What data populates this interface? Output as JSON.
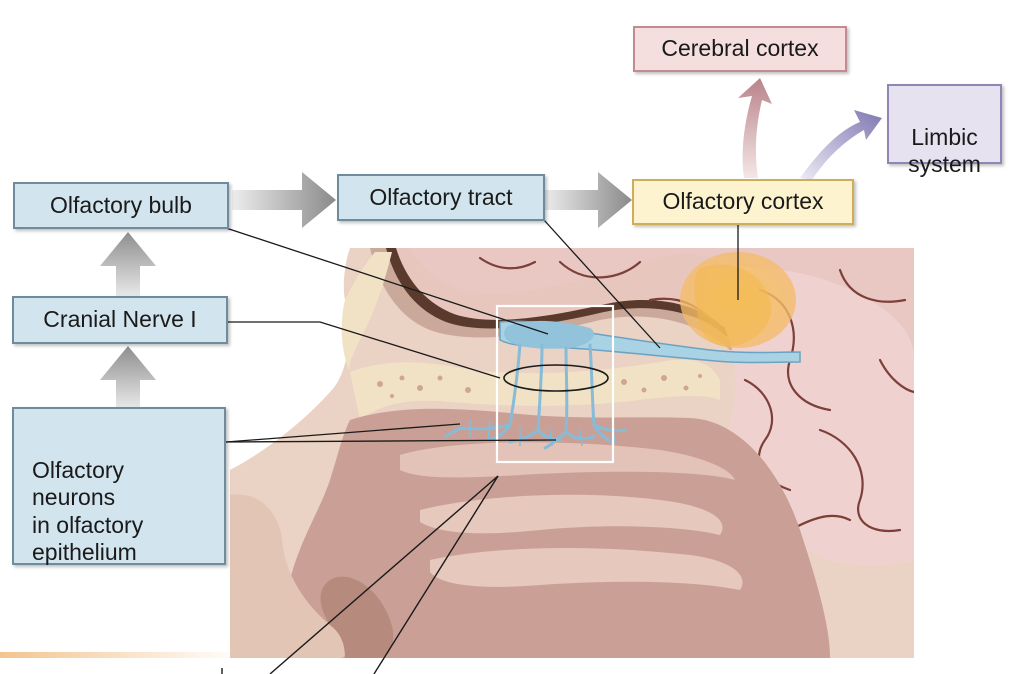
{
  "labels": {
    "cerebral_cortex": "Cerebral cortex",
    "limbic_system": "Limbic\nsystem",
    "olfactory_bulb": "Olfactory bulb",
    "olfactory_tract": "Olfactory tract",
    "olfactory_cortex": "Olfactory cortex",
    "cranial_nerve": "Cranial Nerve I",
    "olfactory_neurons": "Olfactory\nneurons\nin olfactory\nepithelium"
  },
  "colors": {
    "box_blue_fill": "#d2e5ee",
    "box_blue_border": "#6f8c9c",
    "cerebral_fill": "#f4dede",
    "cerebral_border": "#c48a92",
    "limbic_fill": "#e6e2f0",
    "limbic_border": "#8f86b5",
    "olf_cortex_fill": "#fdf3cf",
    "olf_cortex_border": "#cfae5a",
    "nerve_blue": "#8ec3dd",
    "gray_arrow": "#8a8a8a"
  }
}
